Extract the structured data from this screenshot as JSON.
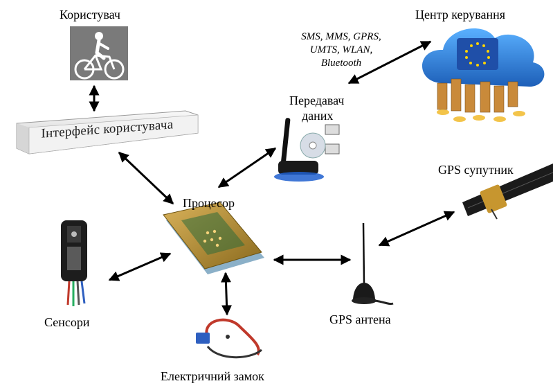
{
  "labels": {
    "user": "Користувач",
    "control_center": "Центр керування",
    "transmitter_line1": "Передавач",
    "transmitter_line2": "даних",
    "interface": "Інтерфейс користувача",
    "processor": "Процесор",
    "gps_satellite": "GPS супутник",
    "sensors": "Сенсори",
    "gps_antenna": "GPS антена",
    "lock": "Електричний замок"
  },
  "protocols": {
    "line1": "SMS, MMS, GPRS,",
    "line2": "UMTS, WLAN,",
    "line3": "Bluetooth"
  },
  "colors": {
    "arrow": "#000000",
    "user_panel": "#7a7a7a",
    "cloud": "#2f7fd6",
    "eu_blue": "#1f4fa8",
    "chip_pins": "#b8860b",
    "lock_cable": "#c0392b"
  },
  "icons": [
    "cyclist-icon",
    "cloud-server-icon",
    "eu-flag-icon",
    "wifi-adapter-icon",
    "cd-icon",
    "cpu-chip-icon",
    "satellite-icon",
    "sensor-module-icon",
    "antenna-icon",
    "cable-lock-icon"
  ]
}
